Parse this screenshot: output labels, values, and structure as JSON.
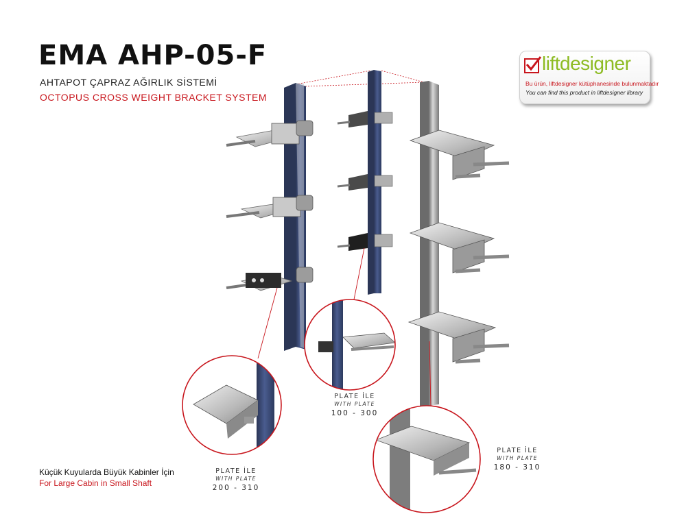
{
  "header": {
    "title": "EMA AHP-05-F",
    "subtitle_tr": "AHTAPOT ÇAPRAZ AĞIRLIK SİSTEMİ",
    "subtitle_en": "OCTOPUS CROSS WEIGHT BRACKET SYSTEM"
  },
  "logo": {
    "name": "liftdesigner",
    "note_tr": "Bu ürün, liftdesigner kütüphanesinde bulunmaktadır",
    "note_en": "You can find this product in liftdesigner library"
  },
  "detail_labels": [
    {
      "line1": "PLATE İLE",
      "line2": "WITH PLATE",
      "range": "100 - 300"
    },
    {
      "line1": "PLATE İLE",
      "line2": "WITH PLATE",
      "range": "200 - 310"
    },
    {
      "line1": "PLATE İLE",
      "line2": "WITH PLATE",
      "range": "180 - 310"
    }
  ],
  "tagline": {
    "tr": "Küçük Kuyularda Büyük Kabinler İçin",
    "en": "For Large Cabin in Small Shaft"
  },
  "colors": {
    "accent_red": "#c8161d",
    "brand_green": "#8dbb22",
    "rail_blue": "#3f4d78"
  }
}
